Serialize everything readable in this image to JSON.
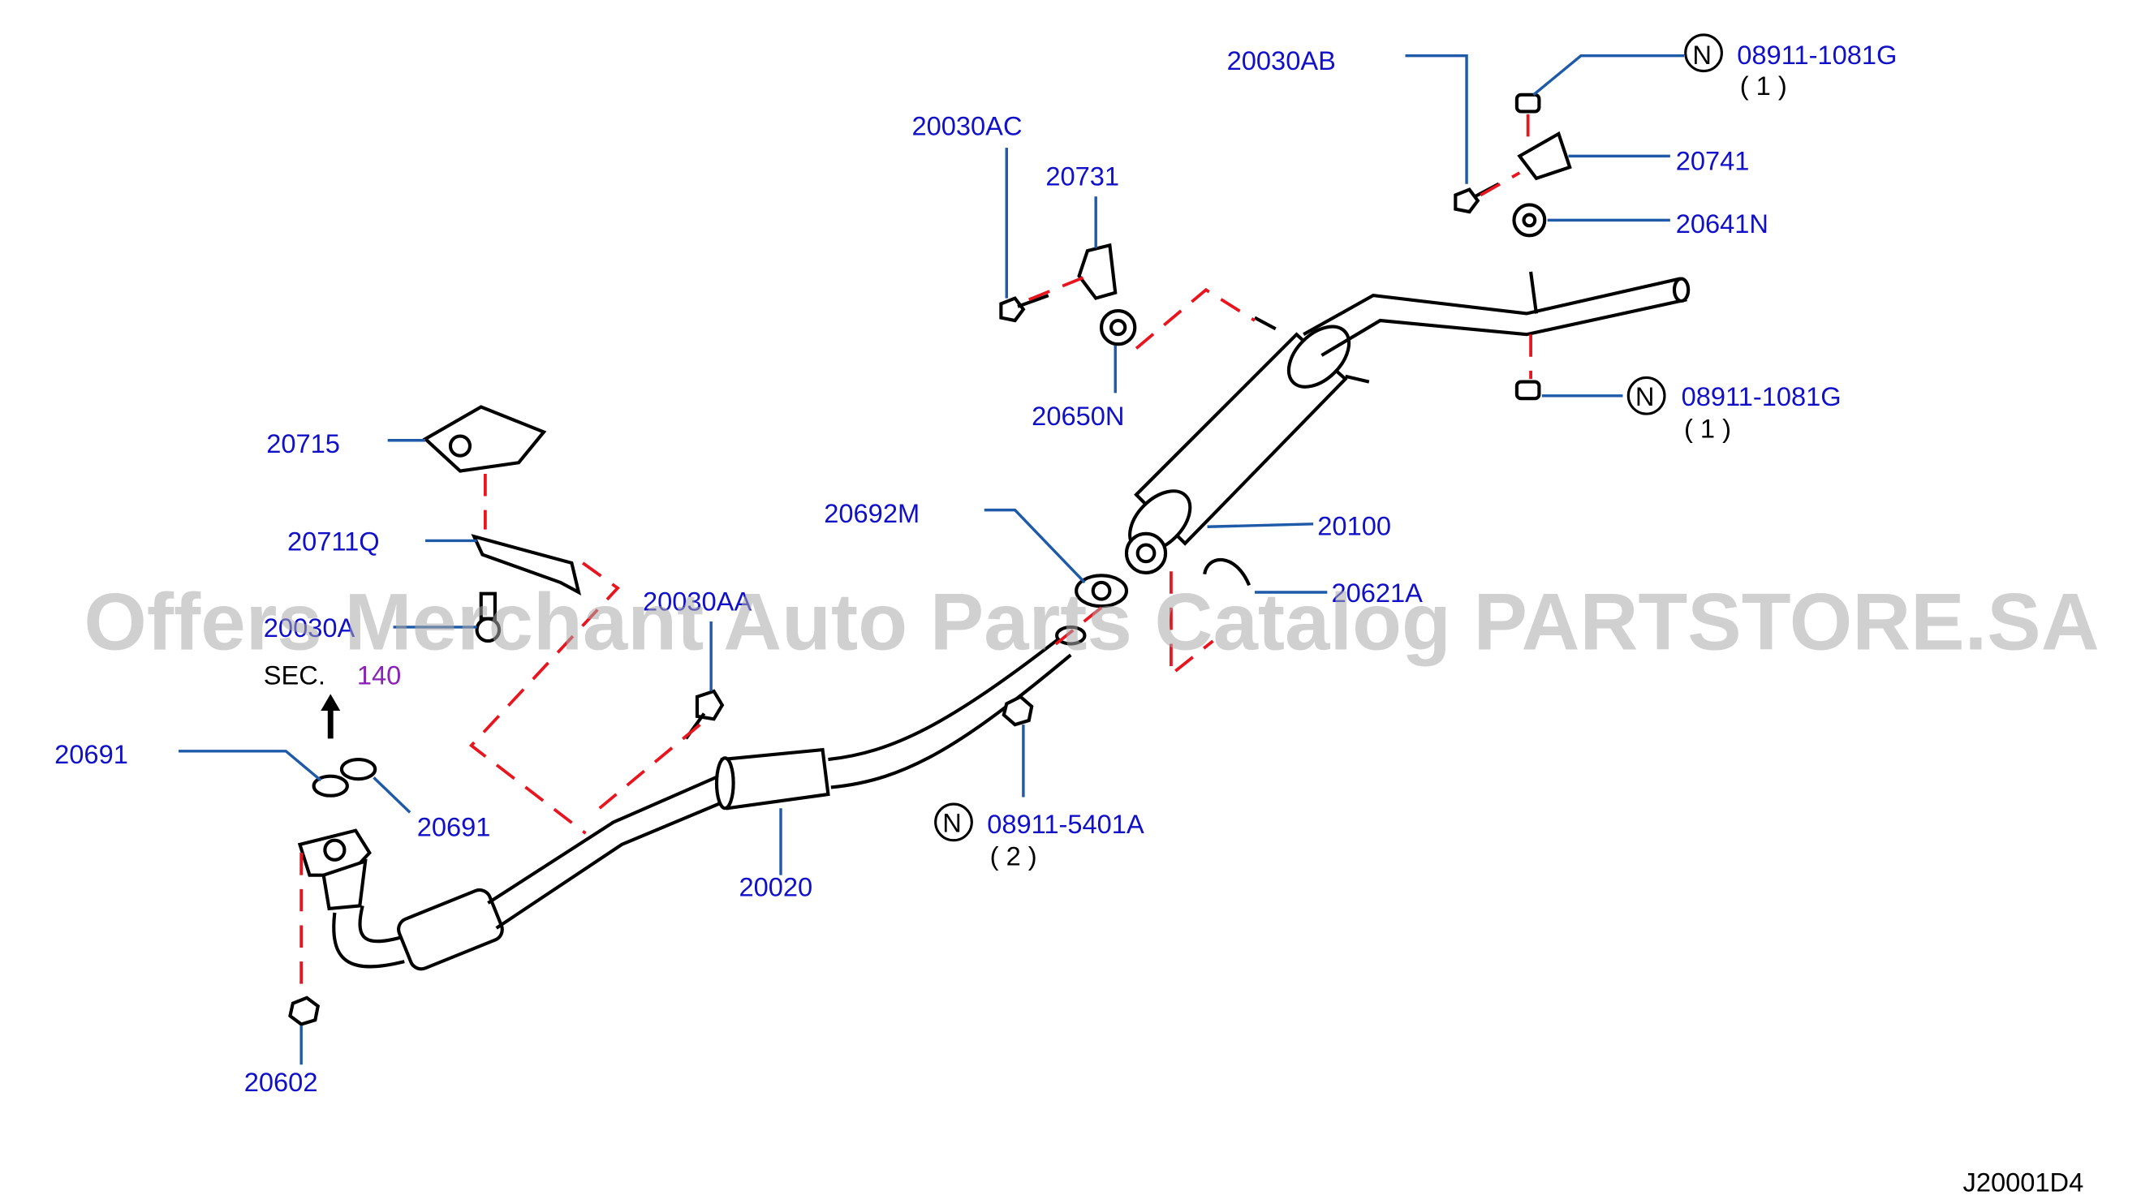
{
  "labels": {
    "p20030AB": "20030AB",
    "p08911_1081G_top": "08911-1081G",
    "qty_top": "( 1 )",
    "p20741": "20741",
    "p20641N": "20641N",
    "p20030AC": "20030AC",
    "p20731": "20731",
    "p20650N": "20650N",
    "p08911_1081G_mid": "08911-1081G",
    "qty_mid": "( 1 )",
    "p20715": "20715",
    "p20711Q": "20711Q",
    "p20030A": "20030A",
    "sec_prefix": "SEC.",
    "sec_num": "140",
    "p20030AA": "20030AA",
    "p20692M": "20692M",
    "p20100": "20100",
    "p20621A": "20621A",
    "p20691_left": "20691",
    "p20691_right": "20691",
    "p20020": "20020",
    "p08911_5401A": "08911-5401A",
    "qty_5401A": "( 2 )",
    "p20602": "20602",
    "n_symbol": "N",
    "drawing_code": "J20001D4"
  },
  "watermark": "Offers Merchant Auto Parts Catalog PARTSTORE.SA",
  "colors": {
    "label_blue": "#1010c8",
    "leader_blue": "#1f5aa8",
    "dashed_red": "#e8141e",
    "section_purple": "#8a22b8",
    "watermark_gray": "#a9a9a9"
  }
}
